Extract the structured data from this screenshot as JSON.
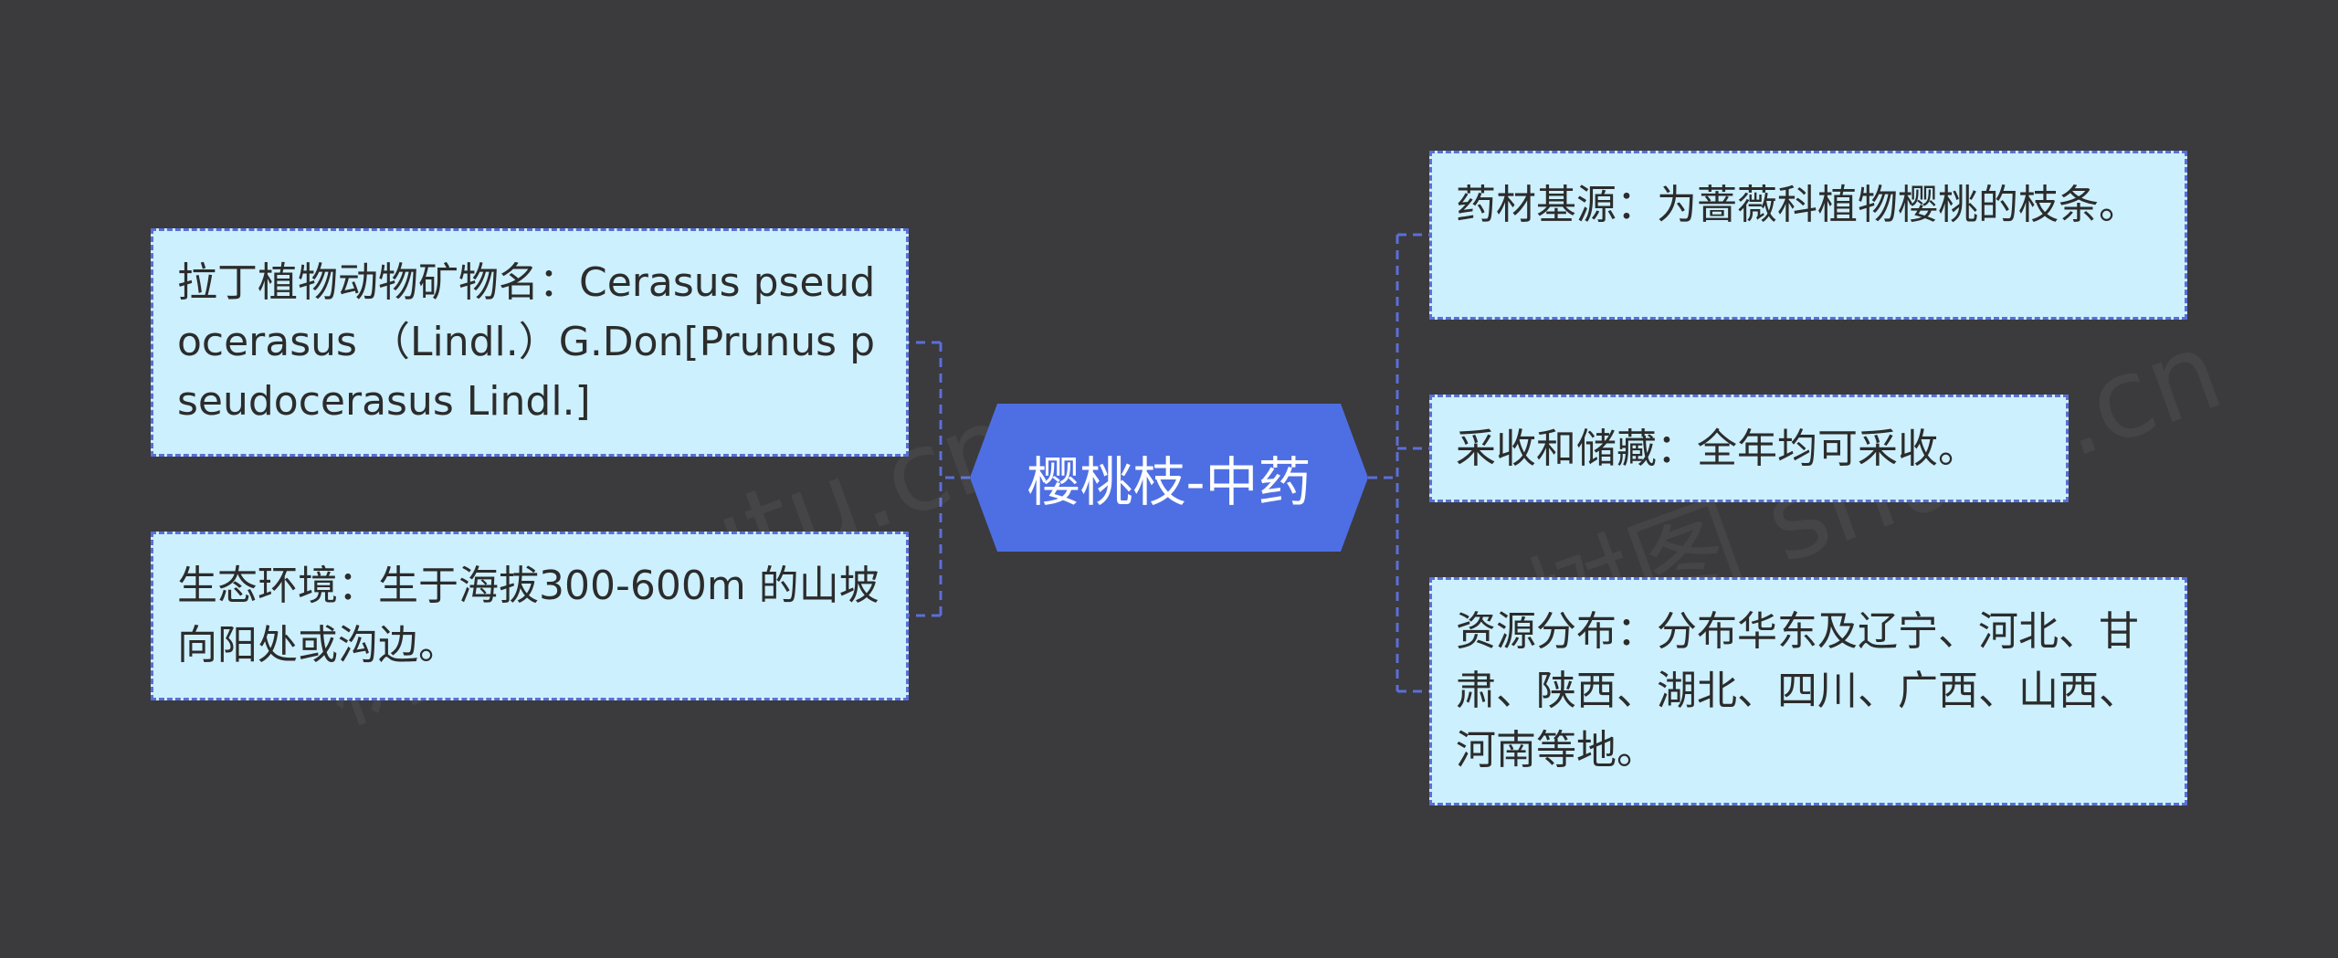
{
  "center": {
    "label": "樱桃枝-中药"
  },
  "left": [
    {
      "text": "拉丁植物动物矿物名：Cerasus pseudocerasus （Lindl.）G.Don[Prunus pseudocerasus Lindl.]"
    },
    {
      "text": "生态环境：生于海拔300-600m 的山坡向阳处或沟边。"
    }
  ],
  "right": [
    {
      "text": "药材基源：为蔷薇科植物樱桃的枝条。"
    },
    {
      "text": "采收和储藏：全年均可采收。"
    },
    {
      "text": "资源分布：分布华东及辽宁、河北、甘肃、陕西、湖北、四川、广西、山西、河南等地。"
    }
  ],
  "colors": {
    "background": "#3b3a3d",
    "center_fill": "#4e6fe3",
    "node_fill": "#ccf0fd",
    "connector": "#5b6fd6"
  }
}
